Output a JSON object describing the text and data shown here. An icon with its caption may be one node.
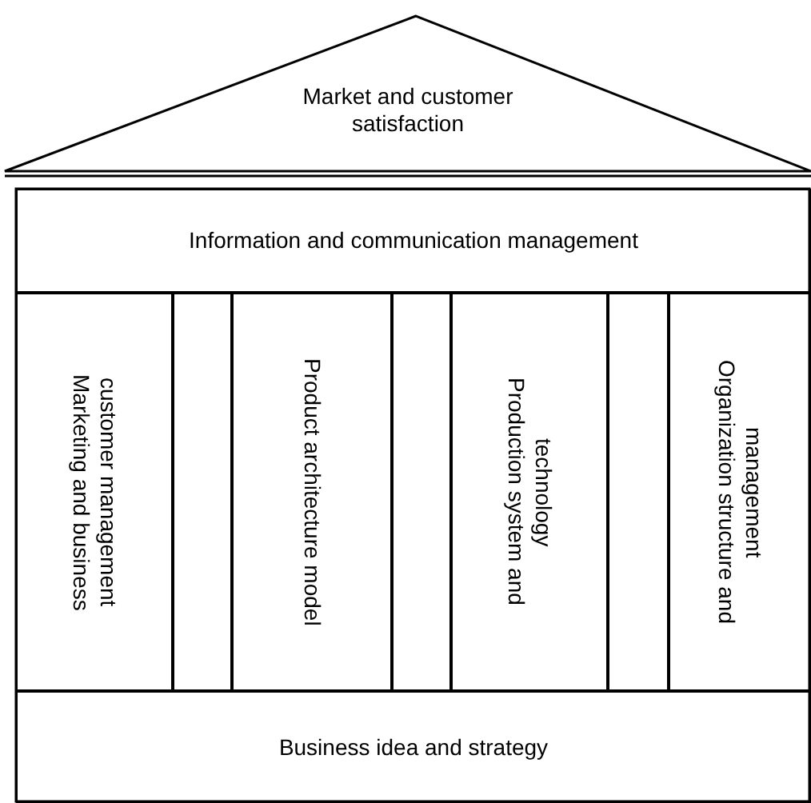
{
  "diagram": {
    "nodes": [
      {
        "text": [
          "Market and customer satisfaction"
        ]
      },
      {
        "text": [
          "Information and communication management"
        ]
      },
      {
        "text": [
          "Marketing and business customer management"
        ]
      },
      {
        "text": [],
        "shape": "box"
      },
      {
        "text": [
          "Product architecture model"
        ]
      },
      {
        "text": [],
        "shape": "box"
      },
      {
        "text": [
          "Production system and technology"
        ]
      },
      {
        "text": [],
        "shape": "box"
      },
      {
        "text": [
          "Organization structure and management"
        ]
      },
      {
        "text": [
          "Business idea and strategy"
        ]
      }
    ],
    "edges": []
  }
}
